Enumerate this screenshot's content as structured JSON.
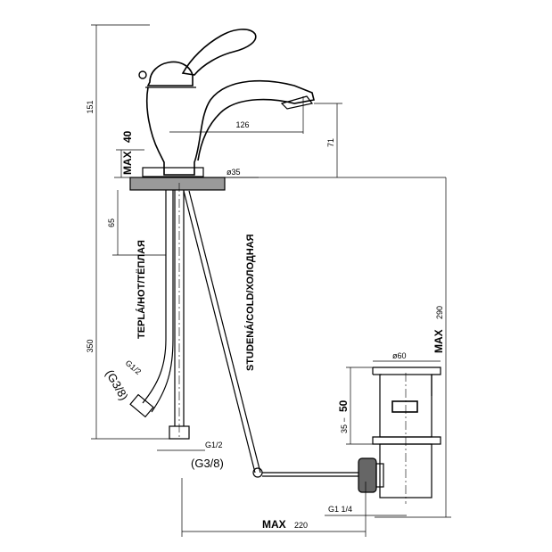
{
  "dimensions": {
    "total_height": "151",
    "max_label": "MAX",
    "deck_thickness": "40",
    "spout_reach": "126",
    "spout_height": "71",
    "base_diameter": "ø35",
    "hose_length": "350",
    "rod_length": "65",
    "drain_height": "290",
    "drain_diameter": "ø60",
    "drain_max": "50",
    "drain_min": "35 −",
    "drain_thread": "G1 1/4",
    "rod_reach": "220"
  },
  "connections": {
    "hot_thread": "G1/2",
    "hot_thread_alt": "(G3/8)",
    "cold_thread": "G1/2",
    "cold_thread_alt": "(G3/8)"
  },
  "labels": {
    "hot": "TEPLÁ/HOT/ТЁПЛАЯ",
    "cold": "STUDENÁ/COLD/ХОЛОДНАЯ"
  }
}
